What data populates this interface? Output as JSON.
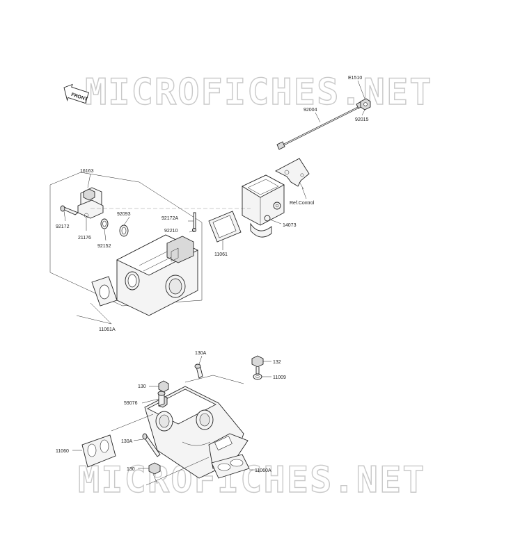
{
  "watermark": {
    "text_top": "MICROFICHES.NET",
    "text_bottom": "MICROFICHES.NET"
  },
  "front_badge": {
    "text": "FRONT",
    "icon": "front-arrow-icon"
  },
  "labels": {
    "e1510": "E1510",
    "p92004": "92004",
    "p92015": "92015",
    "p16163": "16163",
    "p92093": "92093",
    "p92172a": "92172A",
    "p92210": "92210",
    "p92172": "92172",
    "p21176": "21176",
    "p92152": "92152",
    "ref_control": "Ref.Control",
    "p14073": "14073",
    "p11061": "11061",
    "p11061a": "11061A",
    "p130a_top": "130A",
    "p132": "132",
    "p11009": "11009",
    "p130_top": "130",
    "p59076": "59076",
    "p11060": "11060",
    "p130a_mid": "130A",
    "p130_bot": "130",
    "p11060a": "11060A"
  }
}
